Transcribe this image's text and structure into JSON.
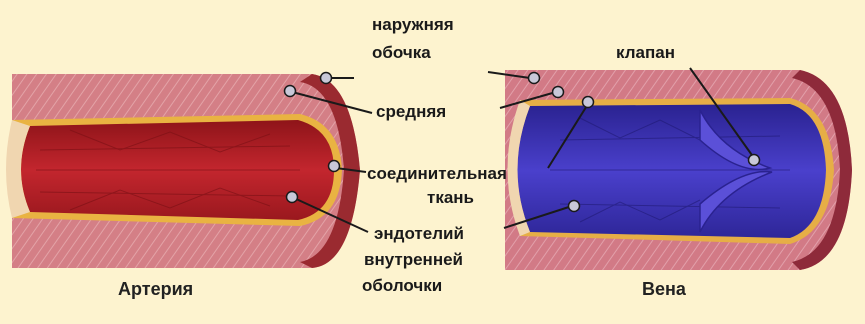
{
  "labels": {
    "outer_line1": "наружняя",
    "outer_line2": "обочка",
    "middle": "средняя",
    "connective_line1": "соединительная",
    "connective_line2": "ткань",
    "endothelium_line1": "эндотелий",
    "endothelium_line2": "внутренней",
    "endothelium_line3": "оболочки",
    "valve": "клапан"
  },
  "titles": {
    "artery": "Артерия",
    "vein": "Вена"
  },
  "colors": {
    "background": "#fdf3cf",
    "outer_wall": "#d07a82",
    "artery_lumen": "#b8202a",
    "vein_lumen": "#3a32b8",
    "connective_layer": "#e8b040",
    "leader_line": "#1a1a1a"
  }
}
